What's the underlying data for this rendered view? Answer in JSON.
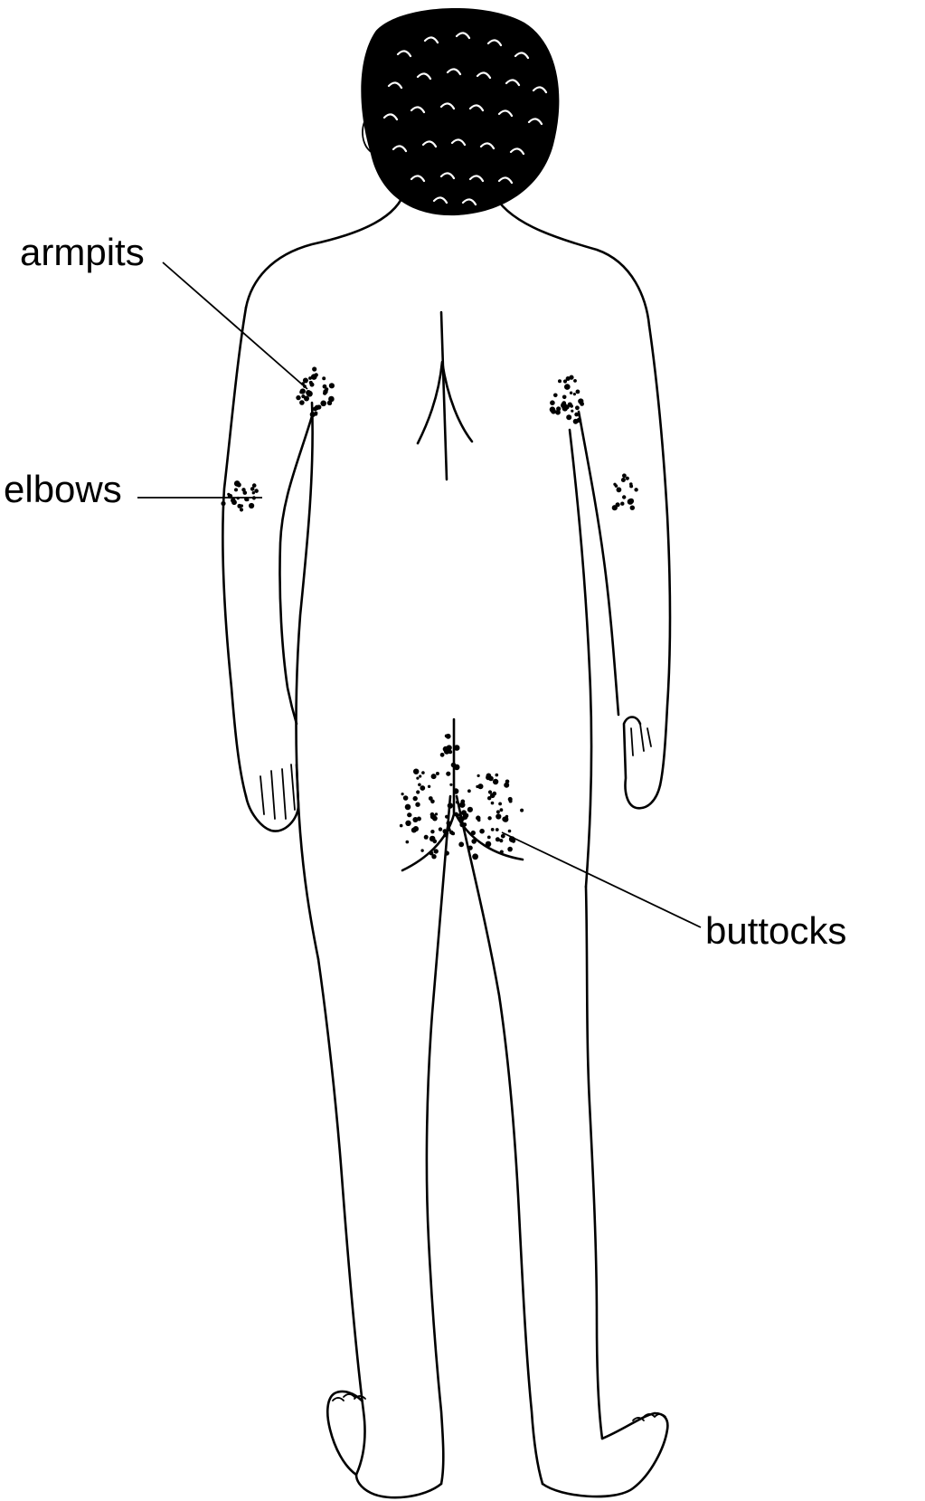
{
  "labels": {
    "armpits": "armpits",
    "elbows": "elbows",
    "buttocks": "buttocks"
  },
  "colors": {
    "ink": "#000000",
    "background": "#ffffff"
  }
}
